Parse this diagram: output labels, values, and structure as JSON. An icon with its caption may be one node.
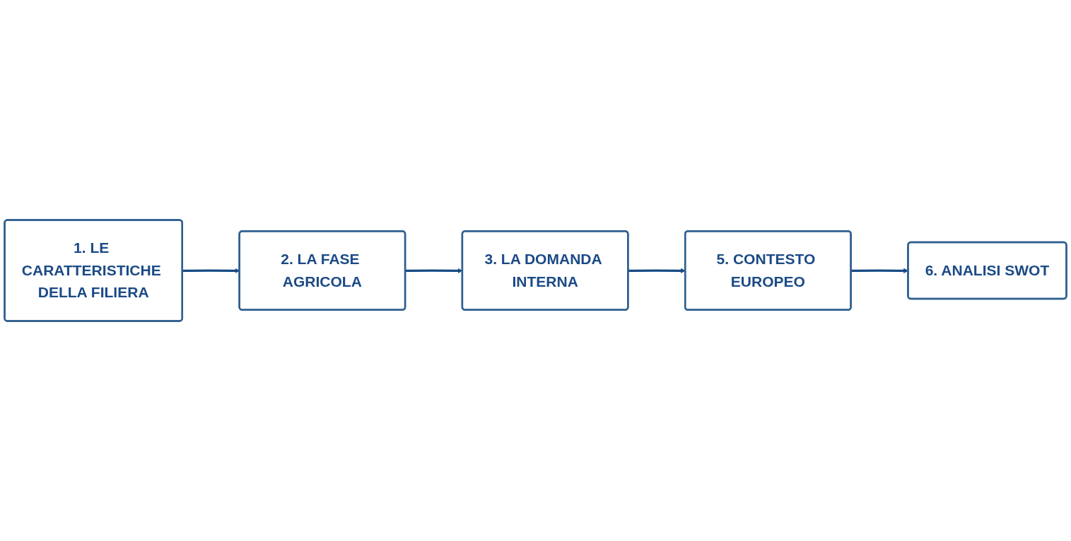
{
  "diagram": {
    "nodes": [
      {
        "text": [
          "1. LE CARATTERISTICHE DELLA FILIERA"
        ]
      },
      {
        "text": [
          "2. LA FASE AGRICOLA"
        ]
      },
      {
        "text": [
          "3. LA DOMANDA INTERNA"
        ]
      },
      {
        "text": [
          "5. CONTESTO EUROPEO"
        ]
      },
      {
        "text": [
          "6. ANALISI SWOT"
        ]
      }
    ],
    "edges": [
      {
        "from": 0,
        "to": 1,
        "arrow": "to"
      },
      {
        "from": 1,
        "to": 2,
        "arrow": "to"
      },
      {
        "from": 2,
        "to": 3,
        "arrow": "to"
      },
      {
        "from": 3,
        "to": 4,
        "arrow": "to"
      }
    ]
  }
}
